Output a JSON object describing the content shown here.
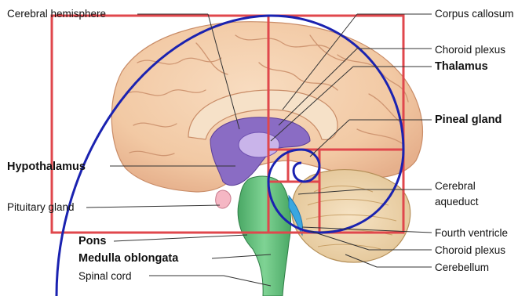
{
  "labels": {
    "cerebral_hemisphere": "Cerebral hemisphere",
    "corpus_callosum": "Corpus callosum",
    "choroid_plexus_top": "Choroid plexus",
    "thalamus": "Thalamus",
    "pineal_gland": "Pineal gland",
    "hypothalamus": "Hypothalamus",
    "cerebral_aqueduct_1": "Cerebral",
    "cerebral_aqueduct_2": "aqueduct",
    "pituitary_gland": "Pituitary gland",
    "pons": "Pons",
    "fourth_ventricle": "Fourth ventricle",
    "choroid_plexus_bottom": "Choroid plexus",
    "medulla_oblongata": "Medulla oblongata",
    "cerebellum": "Cerebellum",
    "spinal_cord": "Spinal cord"
  },
  "colors": {
    "golden_rectangles": "#e0474c",
    "golden_spiral": "#1a22b0",
    "cerebrum": "#f2c9a4",
    "ventricle": "#7b5bb8",
    "brainstem": "#5fbf7a",
    "cerebellum": "#f0d9b0",
    "leader_lines": "#333333"
  }
}
